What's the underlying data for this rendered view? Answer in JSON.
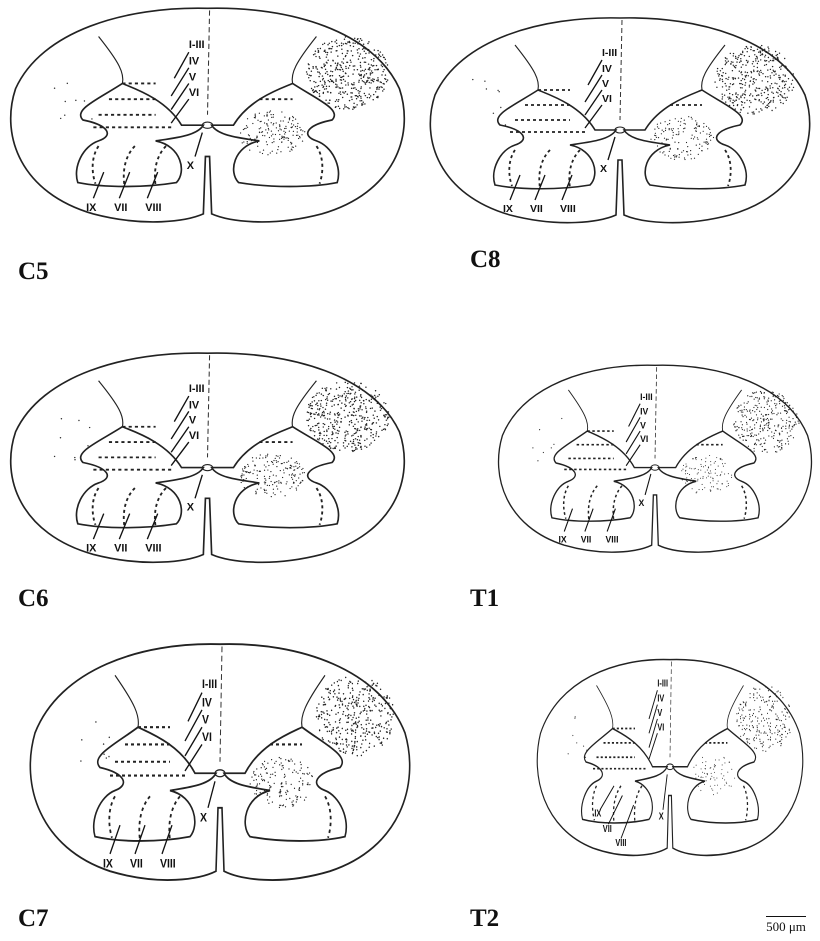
{
  "panels": [
    {
      "segment": "C5",
      "laminae": [
        "I-III",
        "IV",
        "V",
        "VI",
        "X",
        "IX",
        "VII",
        "VIII"
      ]
    },
    {
      "segment": "C8",
      "laminae": [
        "I-III",
        "IV",
        "V",
        "VI",
        "X",
        "IX",
        "VII",
        "VIII"
      ]
    },
    {
      "segment": "C6",
      "laminae": [
        "I-III",
        "IV",
        "V",
        "VI",
        "X",
        "IX",
        "VII",
        "VIII"
      ]
    },
    {
      "segment": "T1",
      "laminae": [
        "I-III",
        "IV",
        "V",
        "VI",
        "X",
        "IX",
        "VII",
        "VIII"
      ]
    },
    {
      "segment": "C7",
      "laminae": [
        "I-III",
        "IV",
        "V",
        "VI",
        "X",
        "IX",
        "VII",
        "VIII"
      ]
    },
    {
      "segment": "T2",
      "laminae": [
        "I-III",
        "IV",
        "V",
        "VI",
        "IX",
        "VII",
        "VIII",
        "X"
      ]
    }
  ],
  "scale_bar": {
    "label": "500 μm"
  }
}
